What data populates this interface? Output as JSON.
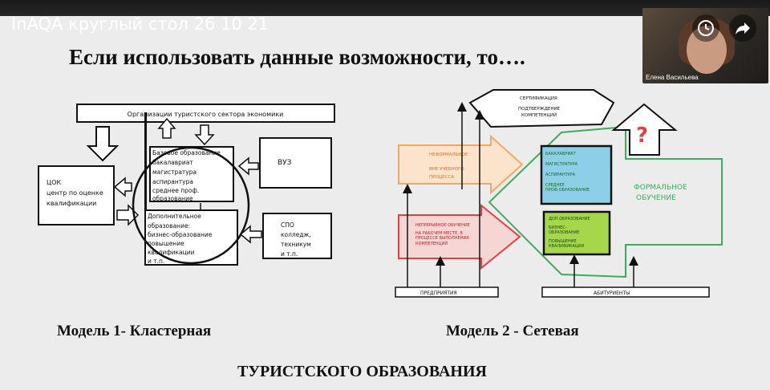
{
  "video": {
    "title": "InAQA круглый стол 26 10 21"
  },
  "slide": {
    "heading": "Если использовать данные возможности, то….",
    "model1_caption": "Модель  1- Кластерная",
    "model2_caption": "Модель  2 - Сетевая",
    "footer": "ТУРИСТСКОГО ОБРАЗОВАНИЯ"
  },
  "model1": {
    "top_box": "Организации туристского сектора экономики",
    "tsok": [
      "ЦОК",
      "центр по оценке",
      "квалификации"
    ],
    "basic": [
      "Базовое образование",
      "бакалавриат",
      "магистратура",
      "аспирантура",
      "среднее проф.",
      "образование"
    ],
    "additional": [
      "Дополнительное",
      "образование:",
      "бизнес-образование",
      "повышение",
      "квалификации",
      "и т.п."
    ],
    "vuz": "ВУЗ",
    "spo": [
      "СПО",
      "колледж,",
      "техникум",
      "и т.п."
    ]
  },
  "model2": {
    "cert": [
      "СЕРТИФИКАЦИЯ",
      "ПОДТВЕРЖДЕНИЕ",
      "КОМПЕТЕНЦИЙ"
    ],
    "question": "?",
    "informal": [
      "НЕФОРМАЛЬНОЕ",
      "ВНЕ УЧЕБНОГО",
      "ПРОЦЕССА"
    ],
    "continuing": [
      "НЕПРЕРЫВНОЕ ОБУЧЕНИЕ",
      "НА РАБОЧЕМ МЕСТЕ, В",
      "ПРОЦЕССЕ ВЫПОЛНЕНИЯ",
      "КОМПЕТЕНЦИЙ"
    ],
    "blue": [
      "БАКАЛАВРИАТ",
      "МАГИСТРАТУРА",
      "АСПИРАНТУРА",
      "СРЕДНЕЕ",
      "ПРОФ.ОБРАЗОВАНИЕ"
    ],
    "green": [
      "ДОП.ОБРАЗОВАНИЕ",
      "БИЗНЕС-",
      "ОБРАЗОВАНИЕ",
      "ПОВЫШЕНИЕ",
      "КВАЛИФИКАЦИИ"
    ],
    "formal": [
      "ФОРМАЛЬНОЕ",
      "ОБУЧЕНИЕ"
    ],
    "enterprises": "ПРЕДПРИЯТИЯ",
    "applicants": "АБИТУРИЕНТЫ"
  },
  "webcam": {
    "name": "Елена Васильева"
  },
  "colors": {
    "orange": "#f0a868",
    "red": "#e04040",
    "green": "#3aae5a",
    "blue": "#8ecfe8",
    "lime": "#a6d64a"
  }
}
